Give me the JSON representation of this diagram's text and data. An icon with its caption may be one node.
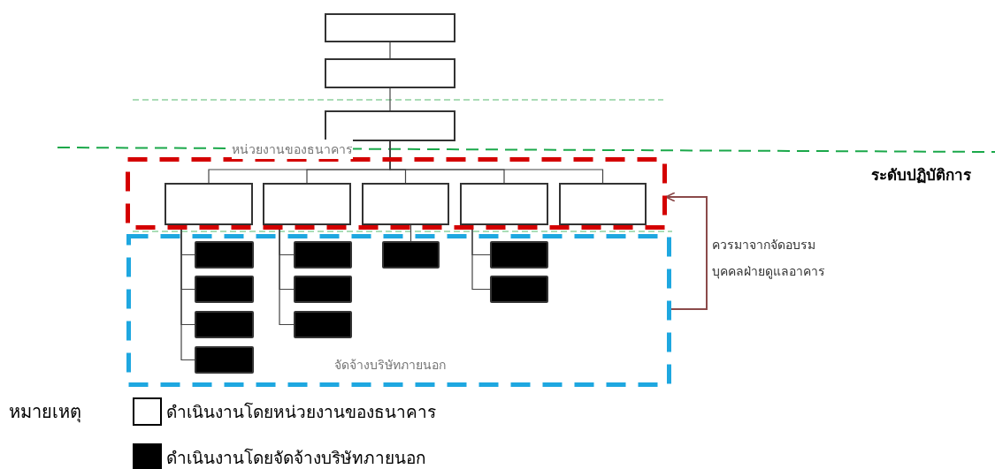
{
  "diagram": {
    "nodes": [
      {
        "text": [],
        "shape": "box"
      },
      {
        "text": [],
        "shape": "box"
      },
      {
        "text": [],
        "shape": "box"
      },
      {
        "text": [
          "หน่วยงานของธนาคาร"
        ]
      },
      {
        "text": [],
        "shape": "box",
        "in": 3
      },
      {
        "text": [],
        "shape": "box",
        "in": 3
      },
      {
        "text": [],
        "shape": "box",
        "in": 3
      },
      {
        "text": [],
        "shape": "box",
        "in": 3
      },
      {
        "text": [],
        "shape": "box",
        "in": 3
      },
      {
        "text": [
          "จัดจ้างบริษัทภายนอก"
        ]
      },
      {
        "text": [],
        "shape": "box",
        "in": 9
      },
      {
        "text": [],
        "shape": "box",
        "in": 9
      },
      {
        "text": [],
        "shape": "box",
        "in": 9
      },
      {
        "text": [],
        "shape": "box",
        "in": 9
      },
      {
        "text": [],
        "shape": "box",
        "in": 9
      },
      {
        "text": [],
        "shape": "box",
        "in": 9
      },
      {
        "text": [],
        "shape": "box",
        "in": 9
      },
      {
        "text": [],
        "shape": "box",
        "in": 9
      },
      {
        "text": [],
        "shape": "box",
        "in": 9
      },
      {
        "text": [],
        "shape": "box",
        "in": 9
      }
    ],
    "edges": [
      {
        "from": 0,
        "to": 1,
        "arrow": "none"
      },
      {
        "from": 1,
        "to": 2,
        "arrow": "none"
      },
      {
        "from": 2,
        "to": 4,
        "arrow": "none"
      },
      {
        "from": 2,
        "to": 5,
        "arrow": "none"
      },
      {
        "from": 2,
        "to": 6,
        "arrow": "none"
      },
      {
        "from": 2,
        "to": 7,
        "arrow": "none"
      },
      {
        "from": 2,
        "to": 8,
        "arrow": "none"
      },
      {
        "from": 4,
        "to": 10,
        "arrow": "none"
      },
      {
        "from": 4,
        "to": 11,
        "arrow": "none"
      },
      {
        "from": 4,
        "to": 12,
        "arrow": "none"
      },
      {
        "from": 4,
        "to": 13,
        "arrow": "none"
      },
      {
        "from": 5,
        "to": 14,
        "arrow": "none"
      },
      {
        "from": 5,
        "to": 15,
        "arrow": "none"
      },
      {
        "from": 5,
        "to": 16,
        "arrow": "none"
      },
      {
        "from": 6,
        "to": 17,
        "arrow": "none"
      },
      {
        "from": 7,
        "to": 18,
        "arrow": "none"
      },
      {
        "from": 7,
        "to": 19,
        "arrow": "none"
      },
      {
        "from": 9,
        "to": 3,
        "arrow": "to",
        "label": "ควรมาจากจัดอบรม บุคคลฝ่ายดูแลอาคาร",
        "color": "#8b4a4a"
      }
    ],
    "labels": [
      "ระดับปฏิบัติการ",
      "หมายเหตุ"
    ],
    "legend": [
      {
        "text": "ดำเนินงานโดยหน่วยงานของธนาคาร",
        "color": "#ffffff"
      },
      {
        "text": "ดำเนินงานโดยจัดจ้างบริษัทภายนอก",
        "color": "#000000"
      }
    ]
  }
}
